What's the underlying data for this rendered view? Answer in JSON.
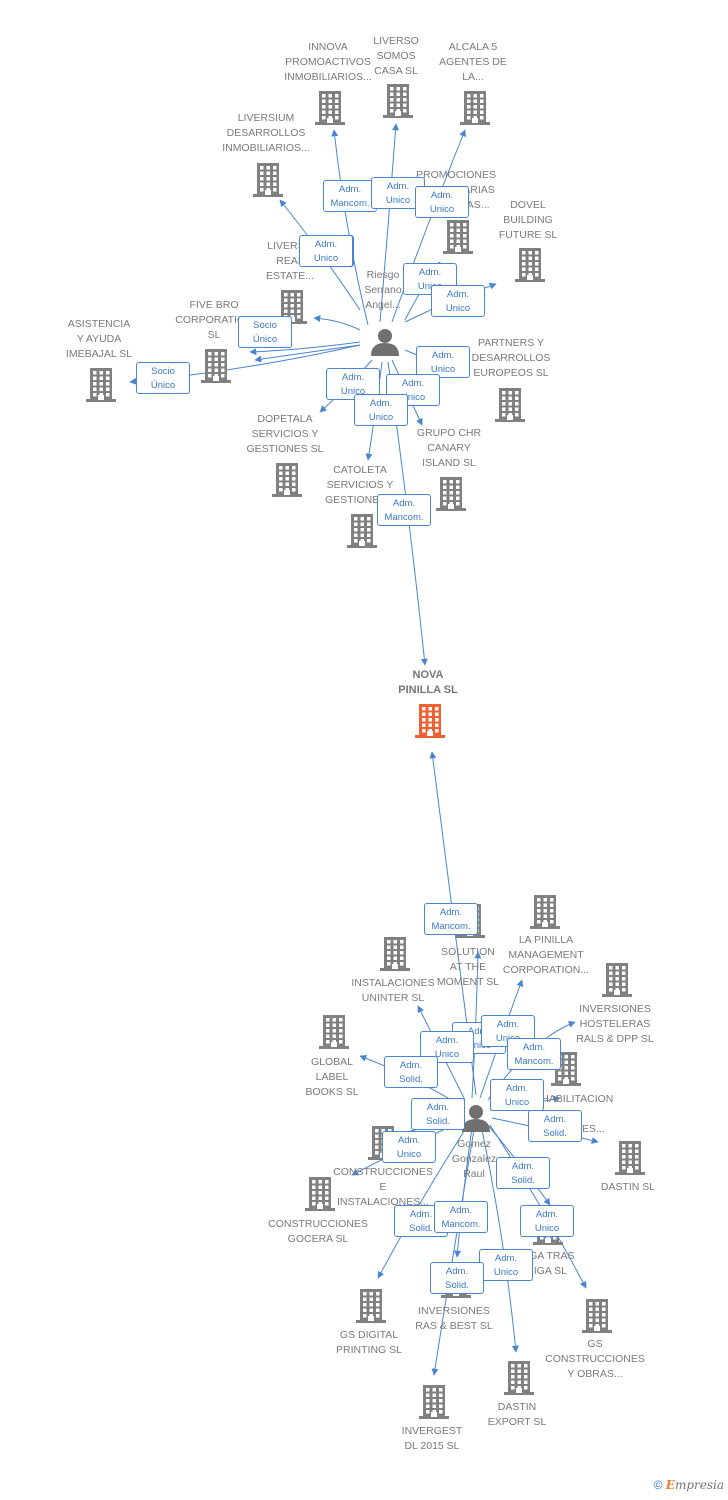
{
  "colors": {
    "edge": "#4a86d0",
    "building": "#808080",
    "main_building": "#f06030",
    "person": "#707070"
  },
  "center_label": "NOVA\nPINILLA  SL",
  "persons": [
    {
      "id": "riesgo",
      "label": "Riesgo\nSerrano\nAngel..."
    },
    {
      "id": "gomez",
      "label": "Gomez\nGonzalez\nRaul"
    }
  ],
  "companies": [
    {
      "id": "innova",
      "label": "INNOVA\nPROMOACTIVOS\nINMOBILIARIOS..."
    },
    {
      "id": "liverso",
      "label": "LIVERSO\nSOMOS\nCASA  SL"
    },
    {
      "id": "alcala",
      "label": "ALCALA 5\nAGENTES DE\nLA..."
    },
    {
      "id": "liversium",
      "label": "LIVERSIUM\nDESARROLLOS\nINMOBILIARIOS..."
    },
    {
      "id": "promociones",
      "label": "PROMOCIONES\nINMOBILIARIAS\nEUROPEAS..."
    },
    {
      "id": "dovel",
      "label": "DOVEL\nBUILDING\nFUTURE  SL"
    },
    {
      "id": "liverso_real",
      "label": "LIVERSO\nREAL\nESTATE..."
    },
    {
      "id": "fivebro",
      "label": "FIVE BRO\nCORPORATION\nSL"
    },
    {
      "id": "asistencia",
      "label": "ASISTENCIA\nY AYUDA\nIMEBAJAL  SL"
    },
    {
      "id": "partners",
      "label": "PARTNERS Y\nDESARROLLOS\nEUROPEOS  SL"
    },
    {
      "id": "dopetala",
      "label": "DOPETALA\nSERVICIOS Y\nGESTIONES  SL"
    },
    {
      "id": "grupochr",
      "label": "GRUPO CHR\nCANARY\nISLAND  SL"
    },
    {
      "id": "catoleta",
      "label": "CATOLETA\nSERVICIOS Y\nGESTIONES..."
    },
    {
      "id": "solution",
      "label": "SOLUTION\nAT THE\nMOMENT SL"
    },
    {
      "id": "lapinilla",
      "label": "LA PINILLA\nMANAGEMENT\nCORPORATION..."
    },
    {
      "id": "instalaciones",
      "label": "INSTALACIONES\nUNINTER  SL"
    },
    {
      "id": "inv_hosteleras",
      "label": "INVERSIONES\nHOSTELERAS\nRALS & DPP  SL"
    },
    {
      "id": "global",
      "label": "GLOBAL\nLABEL\nBOOKS  SL"
    },
    {
      "id": "rehabilitacion",
      "label": "REHABILITACION\nE\nINMUEBLES..."
    },
    {
      "id": "construcciones_e",
      "label": "CONSTRUCCIONES\nE\nINSTALACIONES..."
    },
    {
      "id": "dastin",
      "label": "DASTIN  SL"
    },
    {
      "id": "gocera",
      "label": "CONSTRUCCIONES\nGOCERA SL"
    },
    {
      "id": "migatras",
      "label": "MIGA TRAS\nMIGA  SL"
    },
    {
      "id": "gsdigital",
      "label": "GS DIGITAL\nPRINTING  SL"
    },
    {
      "id": "inv_ras",
      "label": "INVERSIONES\nRAS & BEST  SL"
    },
    {
      "id": "gsconst",
      "label": "GS\nCONSTRUCCIONES\nY OBRAS..."
    },
    {
      "id": "invergest",
      "label": "INVERGEST\nDL 2015  SL"
    },
    {
      "id": "dastin_export",
      "label": "DASTIN\nEXPORT SL"
    }
  ],
  "relations": [
    {
      "from": "riesgo",
      "to": "innova",
      "label": "Adm.\nMancom."
    },
    {
      "from": "riesgo",
      "to": "liverso",
      "label": "Adm.\nUnico"
    },
    {
      "from": "riesgo",
      "to": "alcala",
      "label": "Adm.\nUnico"
    },
    {
      "from": "riesgo",
      "to": "liversium",
      "label": "Adm.\nUnico"
    },
    {
      "from": "riesgo",
      "to": "promociones",
      "label": "Adm.\nUnico"
    },
    {
      "from": "riesgo",
      "to": "dovel",
      "label": "Adm.\nUnico"
    },
    {
      "from": "riesgo",
      "to": "liverso_real",
      "label": "Adm.\nUnico"
    },
    {
      "from": "riesgo",
      "to": "fivebro",
      "label": "Adm.\nUnico"
    },
    {
      "from": "riesgo",
      "to": "asistencia",
      "label": "Socio\nÚnico"
    },
    {
      "from": "riesgo",
      "to": "partners",
      "label": "Adm.\nUnico"
    },
    {
      "from": "riesgo",
      "to": "dopetala",
      "label": "Adm.\nUnico"
    },
    {
      "from": "riesgo",
      "to": "grupochr",
      "label": "Adm.\nUnico"
    },
    {
      "from": "riesgo",
      "to": "catoleta",
      "label": "Adm.\nUnico"
    },
    {
      "from": "riesgo",
      "to": "nova",
      "label": "Adm.\nMancom."
    },
    {
      "from": "riesgo",
      "to": "fivebro",
      "label": "Socio\nÚnico"
    },
    {
      "from": "gomez",
      "to": "nova",
      "label": "Adm.\nMancom."
    },
    {
      "from": "gomez",
      "to": "solution",
      "label": "Adm.\nUnico"
    },
    {
      "from": "gomez",
      "to": "lapinilla",
      "label": "Adm.\nUnico"
    },
    {
      "from": "gomez",
      "to": "instalaciones",
      "label": "Adm.\nUnico"
    },
    {
      "from": "gomez",
      "to": "inv_hosteleras",
      "label": "Adm.\nMancom."
    },
    {
      "from": "gomez",
      "to": "global",
      "label": "Adm.\nSolid."
    },
    {
      "from": "gomez",
      "to": "rehabilitacion",
      "label": "Adm.\nUnico"
    },
    {
      "from": "gomez",
      "to": "construcciones_e",
      "label": "Adm.\nSolid."
    },
    {
      "from": "gomez",
      "to": "dastin",
      "label": "Adm.\nSolid."
    },
    {
      "from": "gomez",
      "to": "gocera",
      "label": "Adm.\nUnico"
    },
    {
      "from": "gomez",
      "to": "migatras",
      "label": "Adm.\nSolid."
    },
    {
      "from": "gomez",
      "to": "gsdigital",
      "label": "Adm.\nSolid."
    },
    {
      "from": "gomez",
      "to": "inv_ras",
      "label": "Adm.\nMancom."
    },
    {
      "from": "gomez",
      "to": "gsconst",
      "label": "Adm.\nUnico"
    },
    {
      "from": "gomez",
      "to": "invergest",
      "label": "Adm.\nUnico"
    },
    {
      "from": "gomez",
      "to": "dastin_export",
      "label": "Adm.\nSolid."
    }
  ],
  "footer": {
    "copyright_symbol": "©",
    "brand_first": "E",
    "brand_rest": "mpresia"
  }
}
